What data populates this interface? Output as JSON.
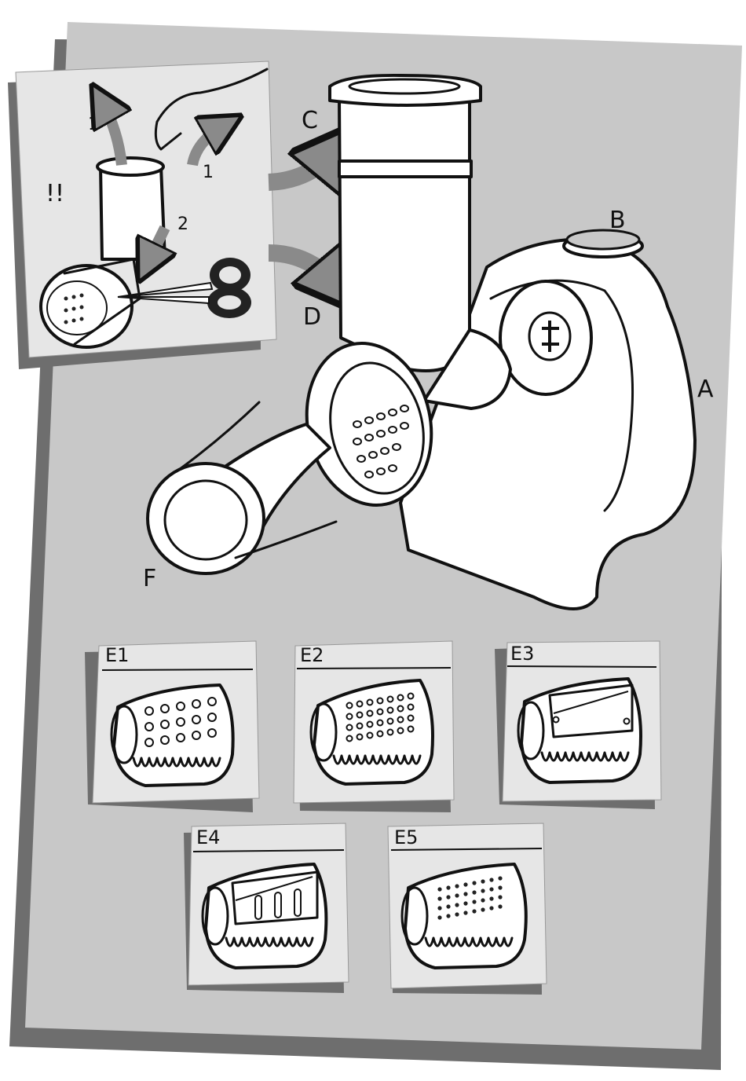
{
  "labels": {
    "A": "A",
    "B": "B",
    "C": "C",
    "D": "D",
    "F": "F"
  },
  "inset": {
    "warning": "!!",
    "step1a": "1",
    "step1b": "1",
    "step2": "2"
  },
  "cards": [
    {
      "id": "E1"
    },
    {
      "id": "E2"
    },
    {
      "id": "E3"
    },
    {
      "id": "E4"
    },
    {
      "id": "E5"
    }
  ],
  "colors": {
    "page_gray": "#c8c8c8",
    "shadow_gray": "#6e6e6e",
    "arrow_gray": "#8a8a8a",
    "card_bg": "#e6e6e6",
    "outline": "#111111"
  }
}
